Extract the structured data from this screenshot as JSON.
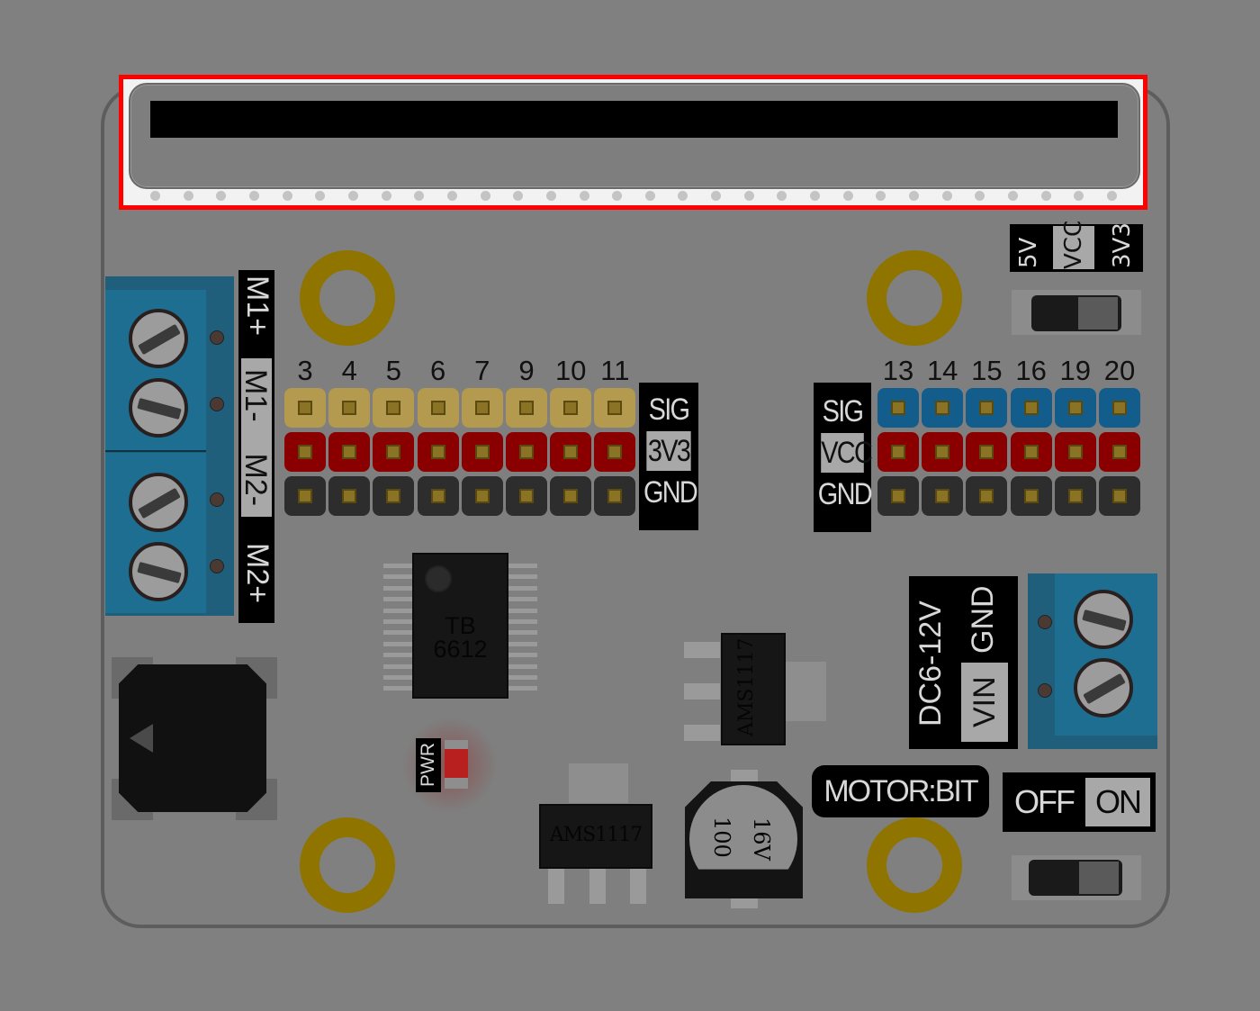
{
  "board": {
    "name_label": "MOTOR:BIT",
    "colors": {
      "background": "#808080",
      "board_fill": "#7f7f7f",
      "highlight_border": "#ff0000",
      "terminal_blue": "#1d6e91",
      "hole_gold": "#8f7400",
      "sig_left": "#b39a4f",
      "sig_right": "#125d8c",
      "vcc_red": "#8a0000",
      "gnd_dark": "#2d2d2d"
    }
  },
  "edge_connector": {
    "highlighted": true,
    "pin_count": 30
  },
  "motor_terminal": {
    "labels": [
      "M1+",
      "M1-",
      "M2-",
      "M2+"
    ]
  },
  "left_header": {
    "pins": [
      "3",
      "4",
      "5",
      "6",
      "7",
      "9",
      "10",
      "11"
    ],
    "row_labels": [
      "SIG",
      "3V3",
      "GND"
    ]
  },
  "right_header": {
    "pins": [
      "13",
      "14",
      "15",
      "16",
      "19",
      "20"
    ],
    "row_labels": [
      "SIG",
      "VCC",
      "GND"
    ]
  },
  "voltage_selector": {
    "options": [
      "5V",
      "VCC",
      "3V3"
    ],
    "selected": "VCC"
  },
  "power_terminal": {
    "range_label": "DC6-12V",
    "labels": [
      "VIN",
      "GND"
    ]
  },
  "power_switch": {
    "options": [
      "OFF",
      "ON"
    ],
    "selected": "ON"
  },
  "chips": {
    "driver": {
      "line1": "TB",
      "line2": "6612"
    },
    "regulator_1": "AMS1117",
    "regulator_2": "AMS1117",
    "capacitor": {
      "value": "100",
      "voltage": "16V"
    }
  },
  "led": {
    "label": "PWR"
  }
}
